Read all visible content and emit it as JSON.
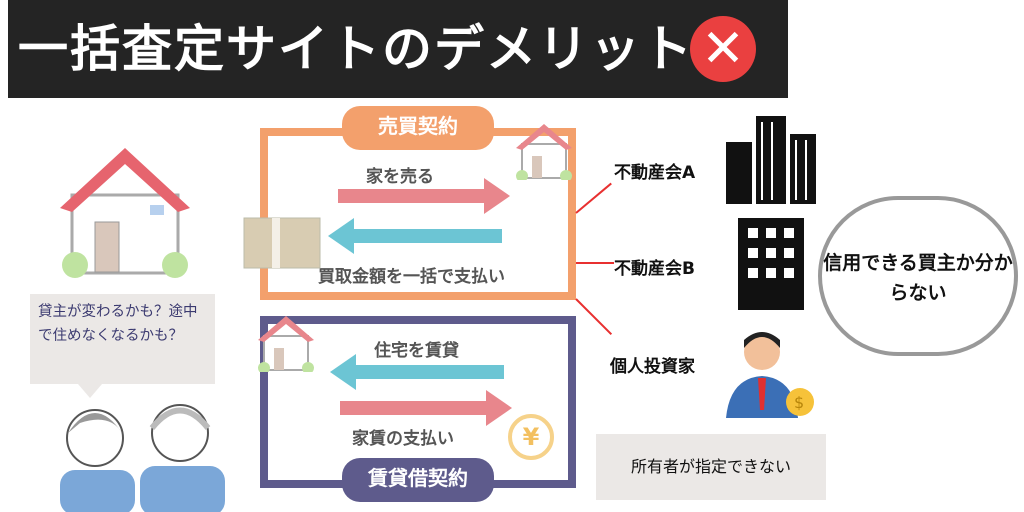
{
  "title": "一括査定サイトのデメリット",
  "title_icon": "x-mark-icon",
  "sale_contract": {
    "label": "売買契約",
    "arrow_right": "家を売る",
    "arrow_left": "買取金額を一括で支払い"
  },
  "rent_contract": {
    "label": "賃貸借契約",
    "arrow_left": "住宅を賃貸",
    "arrow_right": "家賃の支払い"
  },
  "buyers": [
    "不動産会A",
    "不動産会B",
    "個人投資家"
  ],
  "speech_bubble": "信用できる買主か分からない",
  "worry_text": "貸主が変わるかも？途中で住めなくなるかも？",
  "owner_note": "所有者が指定できない",
  "colors": {
    "sale": "#f3a06c",
    "rent": "#5e5b8c",
    "sell_arrow": "#e8868c",
    "pay_arrow": "#6cc5d4",
    "alert": "#ea4040"
  }
}
